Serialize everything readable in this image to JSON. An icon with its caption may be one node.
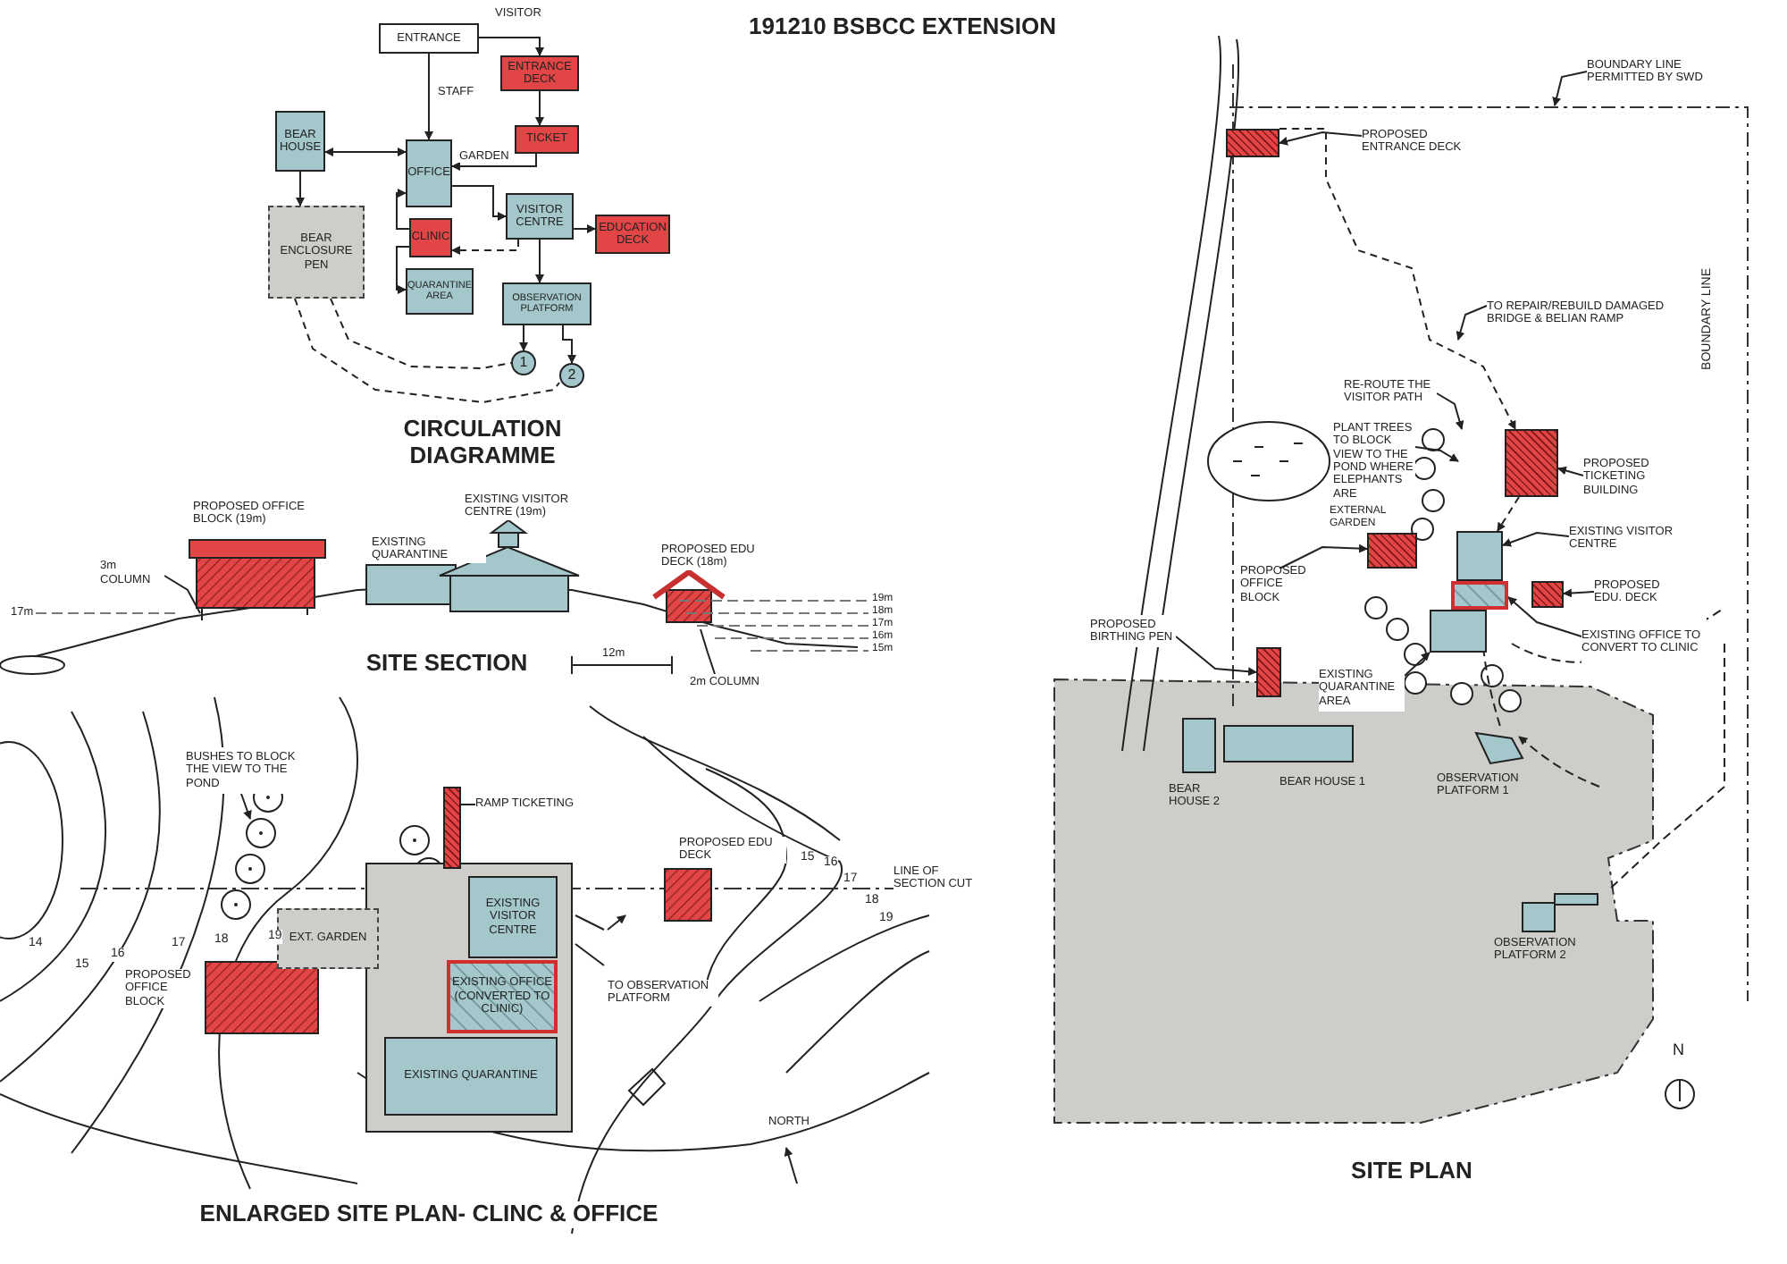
{
  "diagram": {
    "title": "191210 BSBCC EXTENSION",
    "nodes": [
      {
        "text": [
          "ENTRANCE"
        ]
      },
      {
        "text": [
          "ENTRANCE DECK"
        ]
      },
      {
        "text": [
          "TICKET"
        ]
      },
      {
        "text": [
          "BEAR HOUSE"
        ]
      },
      {
        "text": [
          "OFFICE"
        ]
      },
      {
        "text": [
          "BEAR ENCLOSURE PEN"
        ]
      },
      {
        "text": [
          "VISITOR CENTRE"
        ]
      },
      {
        "text": [
          "CLINIC"
        ]
      },
      {
        "text": [
          "EDUCATION DECK"
        ]
      },
      {
        "text": [
          "QUARANTINE AREA"
        ]
      },
      {
        "text": [
          "OBSERVATION PLATFORM"
        ]
      },
      {
        "text": [
          "1"
        ]
      },
      {
        "text": [
          "2"
        ]
      },
      {
        "text": [
          "BOUNDARY LINE PERMITTED BY SWD"
        ]
      },
      {
        "text": [
          "PROPOSED ENTRANCE DECK"
        ]
      },
      {
        "text": [],
        "shape": "box"
      },
      {
        "text": [
          "TO REPAIR/REBUILD DAMAGED BRIDGE & BELIAN RAMP"
        ]
      },
      {
        "text": [
          "RE-ROUTE THE VISITOR PATH"
        ]
      },
      {
        "text": [
          "PLANT TREES TO BLOCK VIEW TO THE POND WHERE ELEPHANTS ARE"
        ]
      },
      {
        "text": [
          "PROPOSED TICKETING BUILDING"
        ]
      },
      {
        "text": [],
        "shape": "box"
      },
      {
        "text": [
          "EXISTING VISITOR CENTRE"
        ]
      },
      {
        "text": [],
        "shape": "box"
      },
      {
        "text": [
          "PROPOSED EDU. DECK"
        ]
      },
      {
        "text": [],
        "shape": "box"
      },
      {
        "text": [
          "EXISTING OFFICE TO CONVERT TO CLINIC"
        ]
      },
      {
        "text": [],
        "shape": "box"
      },
      {
        "text": [
          "PROPOSED OFFICE BLOCK"
        ]
      },
      {
        "text": [],
        "shape": "box"
      },
      {
        "text": [
          "PROPOSED BIRTHING PEN"
        ]
      },
      {
        "text": [],
        "shape": "box"
      },
      {
        "text": [
          "EXISTING QUARANTINE AREA"
        ]
      },
      {
        "text": [],
        "shape": "box"
      },
      {
        "text": [
          "3m COLUMN"
        ]
      },
      {
        "text": [
          "2m COLUMN"
        ]
      },
      {
        "text": [
          "BUSHES TO BLOCK THE VIEW TO THE POND"
        ]
      },
      {
        "text": [
          "RAMP TICKETING"
        ]
      },
      {
        "text": [],
        "shape": "box"
      },
      {
        "text": [
          "EXT. GARDEN"
        ]
      },
      {
        "text": [
          "EXISTING VISITOR CENTRE"
        ]
      },
      {
        "text": [
          "EXISTING OFFICE (CONVERTED TO CLINIC)"
        ]
      },
      {
        "text": [
          "EXISTING QUARANTINE"
        ]
      }
    ],
    "edges": [
      {
        "from": 0,
        "to": 1,
        "arrow": "to",
        "label": "VISITOR"
      },
      {
        "from": 0,
        "to": 4,
        "arrow": "to",
        "label": "STAFF"
      },
      {
        "from": 1,
        "to": 2,
        "arrow": "to"
      },
      {
        "from": 2,
        "to": 4,
        "arrow": "to",
        "label": "GARDEN"
      },
      {
        "from": 4,
        "to": 6,
        "arrow": "to"
      },
      {
        "from": 3,
        "to": 4,
        "arrow": "both"
      },
      {
        "from": 3,
        "to": 5,
        "arrow": "to"
      },
      {
        "from": 7,
        "to": 4,
        "arrow": "to"
      },
      {
        "from": 7,
        "to": 9,
        "arrow": "to"
      },
      {
        "from": 6,
        "to": 7,
        "arrow": "to",
        "style": "dashed"
      },
      {
        "from": 6,
        "to": 8,
        "arrow": "to"
      },
      {
        "from": 6,
        "to": 10,
        "arrow": "to"
      },
      {
        "from": 10,
        "to": 11,
        "arrow": "to"
      },
      {
        "from": 10,
        "to": 12,
        "arrow": "to"
      },
      {
        "from": 5,
        "to": 11,
        "arrow": "none",
        "style": "dashed"
      },
      {
        "from": 5,
        "to": 12,
        "arrow": "none",
        "style": "dashed"
      },
      {
        "from": 13,
        "to": null,
        "arrow": "to"
      },
      {
        "from": 14,
        "to": 15,
        "arrow": "to"
      },
      {
        "from": 15,
        "to": 20,
        "arrow": "to",
        "style": "dashed"
      },
      {
        "from": 16,
        "to": null,
        "arrow": "to"
      },
      {
        "from": 17,
        "to": null,
        "arrow": "to"
      },
      {
        "from": 18,
        "to": null,
        "arrow": "to"
      },
      {
        "from": 19,
        "to": 20,
        "arrow": "to"
      },
      {
        "from": 20,
        "to": 22,
        "arrow": "to",
        "style": "dashed"
      },
      {
        "from": 21,
        "to": 22,
        "arrow": "to"
      },
      {
        "from": 23,
        "to": 24,
        "arrow": "to"
      },
      {
        "from": 25,
        "to": 26,
        "arrow": "to"
      },
      {
        "from": 27,
        "to": 28,
        "arrow": "to"
      },
      {
        "from": 29,
        "to": 30,
        "arrow": "to"
      },
      {
        "from": 31,
        "to": 32,
        "arrow": "to"
      },
      {
        "from": 33,
        "to": null,
        "arrow": "none"
      },
      {
        "from": 34,
        "to": null,
        "arrow": "none"
      },
      {
        "from": 35,
        "to": null,
        "arrow": "to"
      },
      {
        "from": 36,
        "to": 37,
        "arrow": "none"
      }
    ],
    "labels": [
      "CIRCULATION DIAGRAMME",
      "PROPOSED OFFICE BLOCK (19m)",
      "EXISTING VISITOR CENTRE (19m)",
      "EXISTING QUARANTINE",
      "PROPOSED EDU DECK (18m)",
      "17m",
      "19m",
      "18m",
      "17m",
      "16m",
      "15m",
      "SITE SECTION",
      "12m",
      "PROPOSED EDU DECK",
      "15",
      "16",
      "17",
      "18",
      "19",
      "LINE OF SECTION CUT",
      "14",
      "15",
      "16",
      "17",
      "18",
      "19",
      "PROPOSED OFFICE BLOCK",
      "TO OBSERVATION PLATFORM",
      "NORTH",
      "ENLARGED SITE PLAN- CLINC & OFFICE",
      "BOUNDARY LINE",
      "EXTERNAL GARDEN",
      "BEAR HOUSE 2",
      "BEAR HOUSE 1",
      "OBSERVATION PLATFORM 1",
      "OBSERVATION PLATFORM 2",
      "N",
      "SITE PLAN"
    ]
  }
}
